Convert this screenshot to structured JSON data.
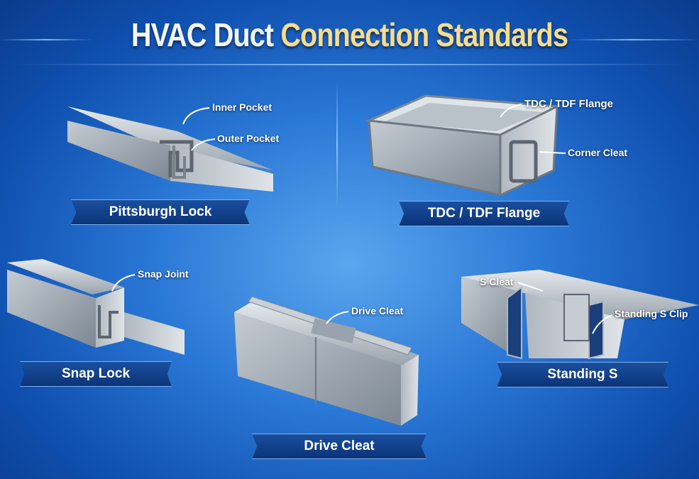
{
  "title": {
    "part1": "HVAC Duct",
    "part2": "Connection Standards"
  },
  "panels": [
    {
      "name": "Pittsburgh Lock",
      "callouts": [
        "Inner Pocket",
        "Outer Pocket"
      ]
    },
    {
      "name": "TDC / TDF Flange",
      "callouts": [
        "TDC / TDF Flange",
        "Corner Cleat"
      ]
    },
    {
      "name": "Snap Lock",
      "callouts": [
        "Snap Joint"
      ]
    },
    {
      "name": "Drive Cleat",
      "callouts": [
        "Drive Cleat"
      ]
    },
    {
      "name": "Standing S",
      "callouts": [
        "S Cleat",
        "Standing S Clip"
      ]
    }
  ],
  "colors": {
    "background": "#2a78d6",
    "banner": "#0b3478",
    "title_accent": "#f8dc8c"
  }
}
